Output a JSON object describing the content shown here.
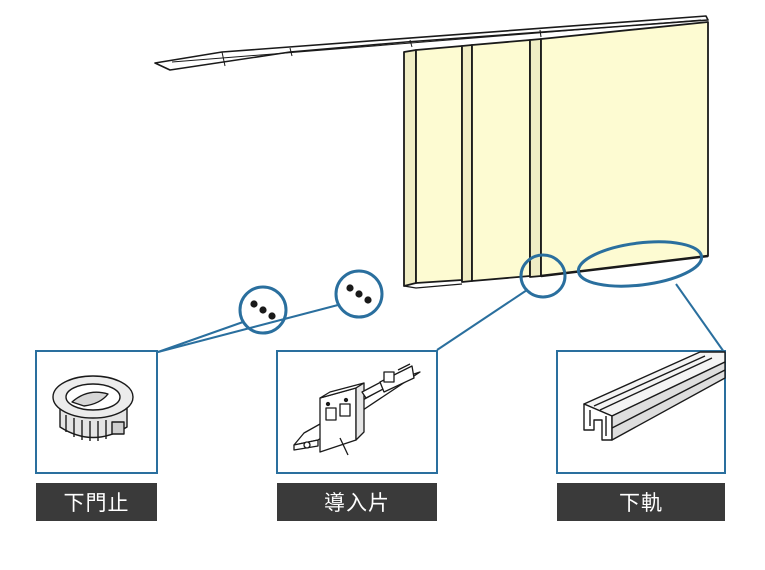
{
  "colors": {
    "panel_fill": "#fdfbd2",
    "outline": "#1a1a1a",
    "callout_blue": "#2a6f9e",
    "label_bg": "#3a3a3a",
    "label_text": "#ffffff"
  },
  "parts": [
    {
      "label": "下門止",
      "icon": "door-stopper-icon"
    },
    {
      "label": "導入片",
      "icon": "guide-piece-icon"
    },
    {
      "label": "下軌",
      "icon": "bottom-rail-icon"
    }
  ]
}
